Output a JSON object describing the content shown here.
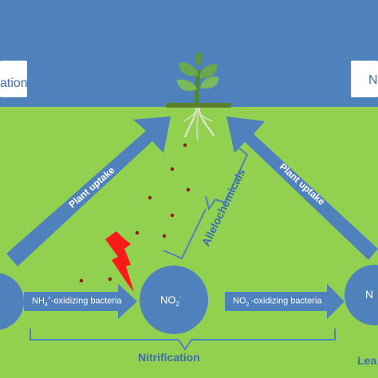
{
  "colors": {
    "sky": "#4f81bd",
    "ground": "#92d050",
    "arrow": "#4f81bd",
    "circle": "#4f81bd",
    "chemical": "#8b1a1a",
    "bolt": "#ff0000",
    "plant": "#70ad47",
    "root": "#c9d9b0",
    "text_blue": "#3b6cb5"
  },
  "left_box": {
    "text": "ation"
  },
  "right_box": {
    "text": "N"
  },
  "arrows": {
    "left_uptake": "Plant uptake",
    "right_uptake": "Plant uptake",
    "ammonium_oxidizing": {
      "prefix": "NH",
      "sub": "4",
      "sup": "+",
      "suffix": "-oxidizing bacteria"
    },
    "nitrite_oxidizing": {
      "prefix": "NO",
      "sub": "2",
      "sup": "-",
      "suffix": "-oxidizing bacteria"
    }
  },
  "center_circle": {
    "prefix": "NO",
    "sub": "2",
    "sup": "-"
  },
  "right_circle": {
    "text": "N"
  },
  "allelochemicals_label": "Allelochemicals",
  "nitrification_label": "Nitrification",
  "corner_label": "Lea"
}
